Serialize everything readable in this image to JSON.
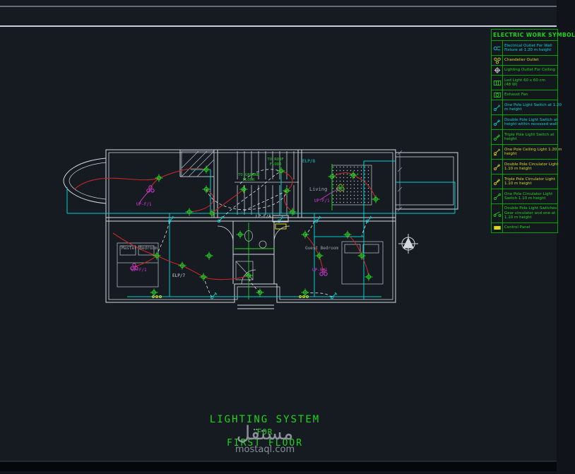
{
  "palette": {
    "background": "#161b22",
    "line_white": "#d4d9e0",
    "green": "#21d421",
    "cyan": "#00d2d2",
    "red": "#c52828",
    "magenta": "#d63ad6",
    "yellow": "#d8d820",
    "gray_text": "#9aa1ab",
    "legend_border": "#00a400"
  },
  "legend": {
    "title": "ELECTRIC WORK SYMBOL",
    "rows": [
      {
        "icon": "wall-outlet-icon",
        "color": "cyan",
        "lines": [
          "Electrical Outlet For Wall",
          "Fixture at 1.20 m height"
        ]
      },
      {
        "icon": "chandelier-outlet-icon",
        "color": "yellow",
        "lines": [
          "Chandelier Outlet"
        ]
      },
      {
        "icon": "ceiling-outlet-icon",
        "color": "green",
        "lines": [
          "Lighting Outlet For Ceiling"
        ]
      },
      {
        "icon": "led-panel-icon",
        "color": "green",
        "lines": [
          "Led Light 60 x 60 cm",
          "(48 W)"
        ]
      },
      {
        "icon": "exhaust-fan-icon",
        "color": "green",
        "lines": [
          "Exhaust Fan"
        ]
      },
      {
        "icon": "one-pole-switch-icon",
        "color": "cyan",
        "lines": [
          "One Pole Light Switch at 1.20",
          "m height"
        ]
      },
      {
        "icon": "double-pole-switch-icon",
        "color": "cyan",
        "lines": [
          "Double Pole Light Switch at",
          "height within recessed wall"
        ]
      },
      {
        "icon": "triple-pole-switch-icon",
        "color": "green",
        "lines": [
          "Triple Pole Light Switch at",
          "height"
        ]
      },
      {
        "icon": "one-pole-ceiling-switch-icon",
        "color": "yellow",
        "lines": [
          "One Pole Ceiling Light 1.20 m",
          "height"
        ]
      },
      {
        "icon": "double-pole-circulator-switch-icon",
        "color": "yellow",
        "lines": [
          "Double Pole Circulator Light",
          "1.10 m height"
        ]
      },
      {
        "icon": "triple-pole-circulator-switch-icon",
        "color": "yellow",
        "lines": [
          "Triple Pole Circulator Light",
          "1.10 m height"
        ]
      },
      {
        "icon": "one-pole-circulator-switch-icon",
        "color": "green",
        "lines": [
          "One Pole Circulator Light",
          "Switch 1.10 m height"
        ]
      },
      {
        "icon": "double-pole-wall-switch-icon",
        "color": "green",
        "lines": [
          "Double Pole Light Switches",
          "Gear circulator and one at",
          "1.10 m height"
        ]
      },
      {
        "icon": "control-panel-icon",
        "color": "green",
        "lines": [
          "Control Panel"
        ]
      }
    ]
  },
  "plan": {
    "rooms": {
      "living": "Living",
      "master_bedroom": "Master Bedroom",
      "guest_bedroom": "Guest Bedroom"
    },
    "stairs": {
      "note1_line1": "TO ROOF",
      "note1_line2": "FLOOR",
      "note2_line1": "TO GROUND",
      "note2_line2": "FLOOR"
    },
    "circuits": {
      "elp8": "ELP/8",
      "elp7": "ELP/7",
      "lp_fa": "LP-F/A",
      "up_f1": "UP-F/1"
    }
  },
  "title_block": {
    "line1": "LIGHTING SYSTEM",
    "line2": "FOR",
    "line3": "FIRST FLOOR"
  },
  "watermark": {
    "arabic": "مستقل",
    "latin": "mostaql.com"
  }
}
